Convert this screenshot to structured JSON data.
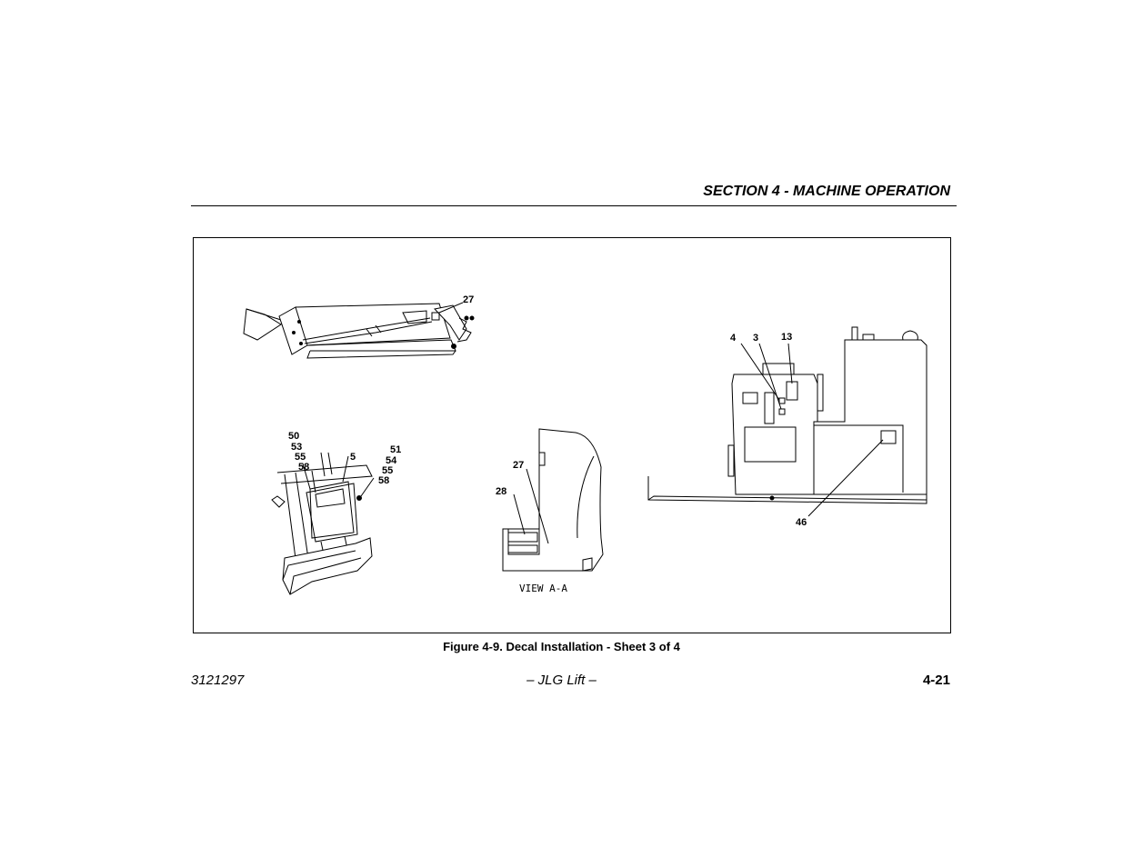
{
  "header": {
    "section_title": "SECTION 4 - MACHINE OPERATION"
  },
  "figure": {
    "caption": "Figure 4-9. Decal Installation - Sheet 3 of 4",
    "view_label": "VIEW A-A",
    "callouts": {
      "boom_27": "27",
      "c50": "50",
      "c53": "53",
      "c55a": "55",
      "c58a": "58",
      "c5": "5",
      "c51": "51",
      "c54": "54",
      "c55b": "55",
      "c58b": "58",
      "view_27": "27",
      "view_28": "28",
      "c4": "4",
      "c3": "3",
      "c13": "13",
      "c46": "46"
    }
  },
  "footer": {
    "doc_number": "3121297",
    "center": "– JLG Lift –",
    "page_number": "4-21"
  }
}
